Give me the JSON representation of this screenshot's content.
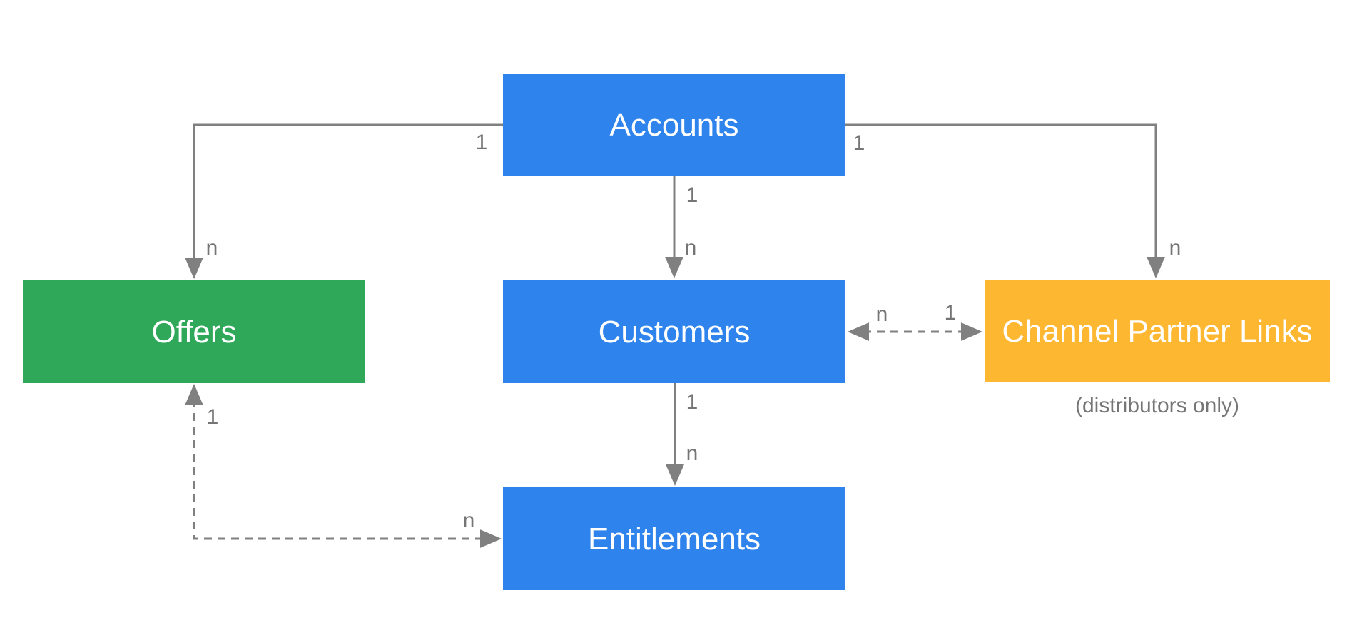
{
  "diagram": {
    "background_color": "#FFFFFF",
    "line_color": "#808080",
    "label_color": "#757575",
    "nodes": [
      {
        "id": "accounts",
        "label": "Accounts",
        "fill": "#2E84EC",
        "text_color": "#FFFFFF"
      },
      {
        "id": "offers",
        "label": "Offers",
        "fill": "#2FA85A",
        "text_color": "#FFFFFF"
      },
      {
        "id": "customers",
        "label": "Customers",
        "fill": "#2E84EC",
        "text_color": "#FFFFFF"
      },
      {
        "id": "channel-partner-links",
        "label": "Channel Partner Links",
        "fill": "#FDB731",
        "text_color": "#FFFFFF",
        "note": "(distributors only)"
      },
      {
        "id": "entitlements",
        "label": "Entitlements",
        "fill": "#2E84EC",
        "text_color": "#FFFFFF"
      }
    ],
    "edges": [
      {
        "from": "accounts",
        "to": "offers",
        "style": "solid",
        "direction": "one-way",
        "from_label": "1",
        "to_label": "n"
      },
      {
        "from": "accounts",
        "to": "customers",
        "style": "solid",
        "direction": "one-way",
        "from_label": "1",
        "to_label": "n"
      },
      {
        "from": "accounts",
        "to": "channel-partner-links",
        "style": "solid",
        "direction": "one-way",
        "from_label": "1",
        "to_label": "n"
      },
      {
        "from": "customers",
        "to": "channel-partner-links",
        "style": "dashed",
        "direction": "two-way",
        "from_label": "n",
        "to_label": "1"
      },
      {
        "from": "customers",
        "to": "entitlements",
        "style": "solid",
        "direction": "one-way",
        "from_label": "1",
        "to_label": "n"
      },
      {
        "from": "offers",
        "to": "entitlements",
        "style": "dashed",
        "direction": "two-way",
        "from_label": "1",
        "to_label": "n"
      }
    ]
  }
}
